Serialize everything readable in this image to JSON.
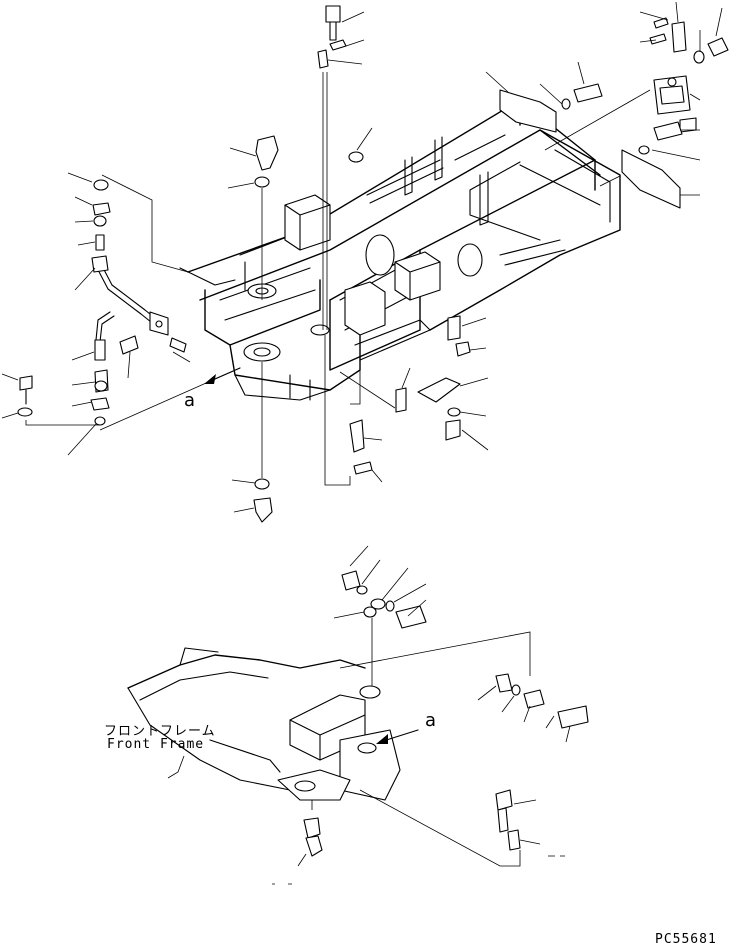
{
  "labels": {
    "view_arrow_top": "a",
    "view_arrow_bottom": "a",
    "front_frame_jp": "フロントフレーム",
    "front_frame_en": "Front Frame",
    "drawing_code": "PC55681"
  },
  "colors": {
    "ink": "#000000",
    "paper": "#ffffff"
  }
}
